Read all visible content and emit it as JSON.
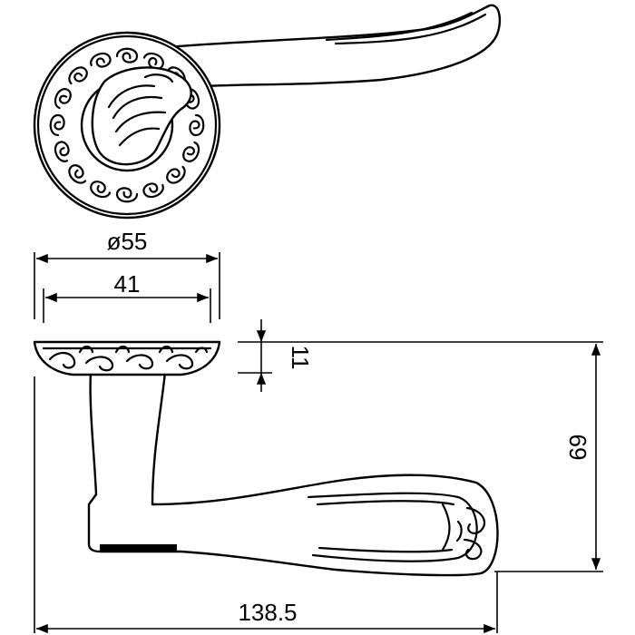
{
  "drawing": {
    "subject": "door lever handle on round rose",
    "line_color": "#000000",
    "background": "#ffffff",
    "dimensions": {
      "rose_diameter": "ø55",
      "rose_inner_width": "41",
      "rose_thickness": "11",
      "handle_height": "69",
      "handle_length": "138.5"
    }
  }
}
